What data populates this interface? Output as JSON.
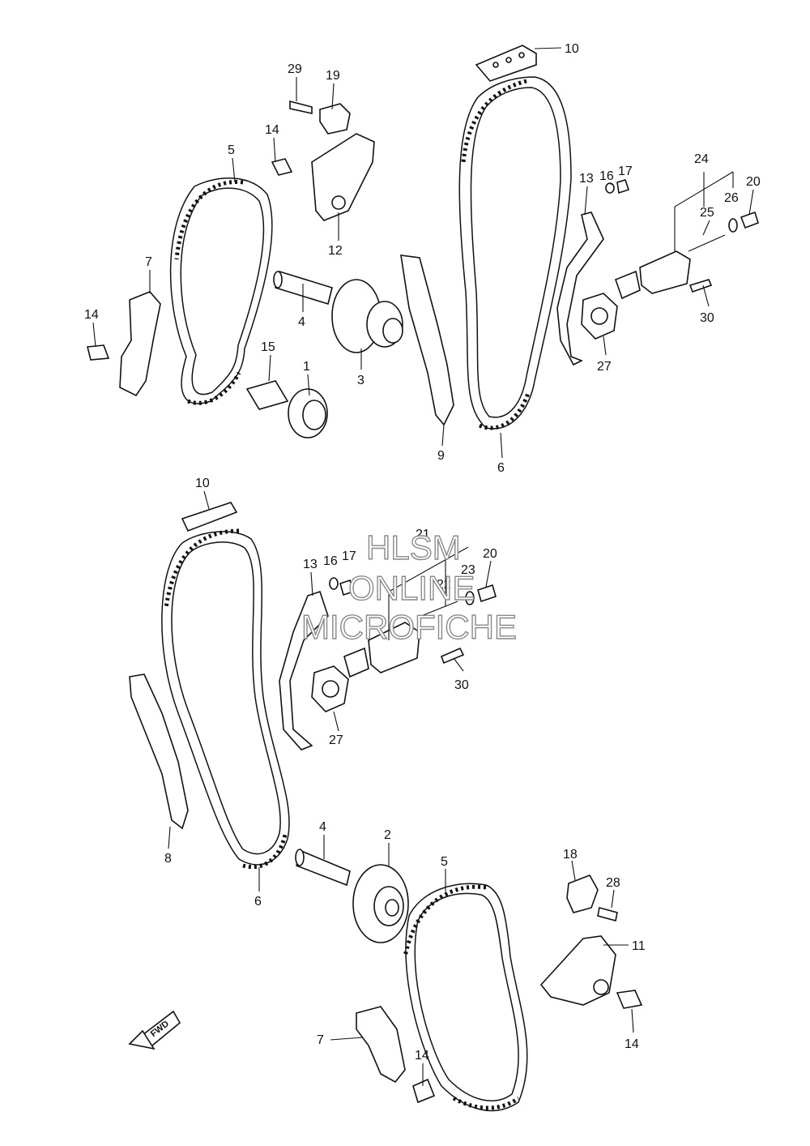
{
  "callouts": {
    "top": [
      "29",
      "19",
      "14",
      "5",
      "12",
      "7",
      "14",
      "4",
      "15",
      "1",
      "3",
      "10",
      "13",
      "16",
      "17",
      "24",
      "20",
      "26",
      "25",
      "9",
      "6",
      "27",
      "30"
    ],
    "bottom": [
      "10",
      "21",
      "13",
      "16",
      "17",
      "20",
      "23",
      "22",
      "30",
      "27",
      "8",
      "4",
      "2",
      "6",
      "5",
      "18",
      "28",
      "11",
      "14",
      "7",
      "14"
    ]
  },
  "fwd_label": "FWD",
  "watermark": {
    "line1": "HLSM",
    "line2": "ONLINE",
    "line3": "MICROFICHE"
  }
}
